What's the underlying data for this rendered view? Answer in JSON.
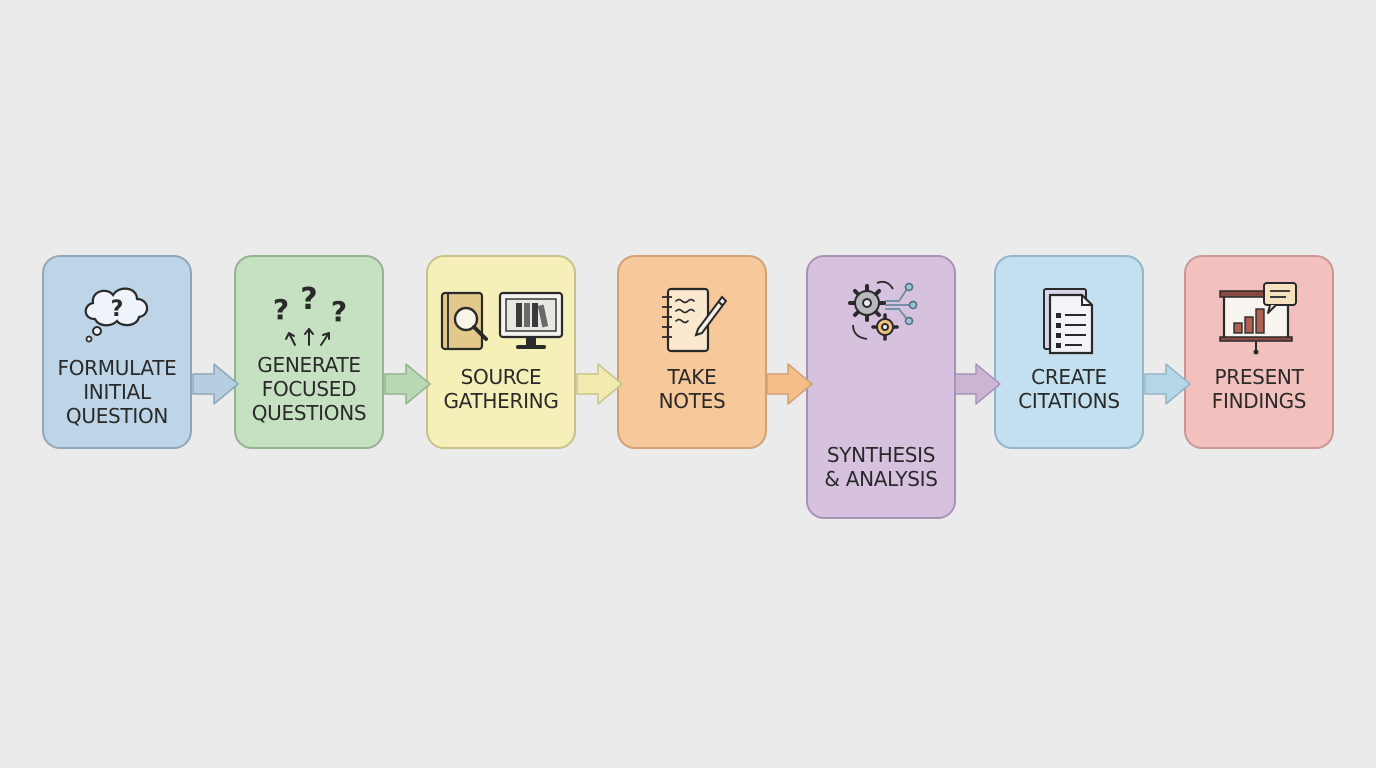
{
  "diagram": {
    "steps": [
      {
        "label_lines": [
          "FORMULATE",
          "INITIAL",
          "QUESTION"
        ],
        "icon": "thought-cloud-question-icon",
        "fill": "#bdd5e6",
        "stroke": "#8fa7b8"
      },
      {
        "label_lines": [
          "GENERATE",
          "FOCUSED",
          "QUESTIONS"
        ],
        "icon": "multiple-questions-icon",
        "fill": "#c6e0c2",
        "stroke": "#95b291"
      },
      {
        "label_lines": [
          "SOURCE",
          "GATHERING"
        ],
        "icon": "book-search-computer-icon",
        "fill": "#f5efb8",
        "stroke": "#c9c18d"
      },
      {
        "label_lines": [
          "TAKE",
          "NOTES"
        ],
        "icon": "notebook-pen-icon",
        "fill": "#f7c899",
        "stroke": "#d0a077"
      },
      {
        "label_lines": [
          "SYNTHESIS",
          "& ANALYSIS"
        ],
        "icon": "gears-network-icon",
        "fill": "#d6c2df",
        "stroke": "#a993b4"
      },
      {
        "label_lines": [
          "CREATE",
          "CITATIONS"
        ],
        "icon": "documents-list-icon",
        "fill": "#c2e0ef",
        "stroke": "#93b5c8"
      },
      {
        "label_lines": [
          "PRESENT",
          "FINDINGS"
        ],
        "icon": "presentation-chart-icon",
        "fill": "#f2c1bd",
        "stroke": "#c99894"
      }
    ],
    "arrows": [
      {
        "color": "#b6cfe0"
      },
      {
        "color": "#b8d8b4"
      },
      {
        "color": "#f2ebb0"
      },
      {
        "color": "#f5bd88"
      },
      {
        "color": "#cbb5d4"
      },
      {
        "color": "#b5d6e6"
      }
    ]
  }
}
